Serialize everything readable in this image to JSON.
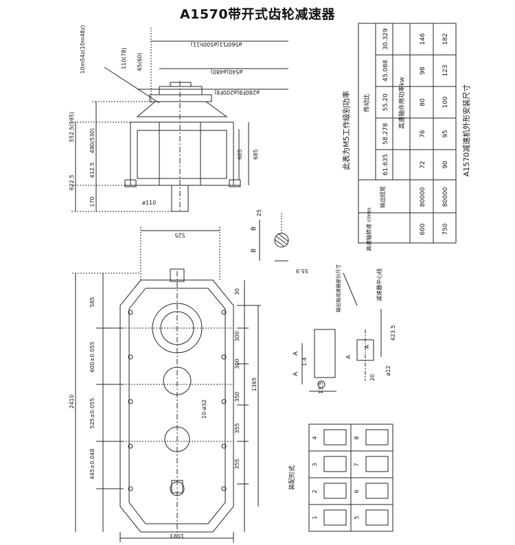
{
  "title": "A1570带开式齿轮减速器",
  "side_view": {
    "dims": {
      "top_a": "10m54z(10m48z)",
      "top_b": "110(78)",
      "top_c": "65(60)",
      "dia_560": "ø560f11(ø500h11)",
      "dia_540": "ø540(ø480)",
      "dia_280": "ø280F8(ø200F8)",
      "h_552": "552.5(595)",
      "h_490": "490(530)",
      "h_622": "622.5",
      "h_412": "412.5",
      "h_170": "170",
      "h_605": "605",
      "h_685": "685",
      "dia_110": "ø110"
    }
  },
  "section_bb": {
    "label_top": "B",
    "label_bottom": "B",
    "dim_25": "25",
    "dim_55": "55.9"
  },
  "front_view": {
    "dims": {
      "total": "2410",
      "d585": "585",
      "d600": "600±0.055",
      "d525": "525±0.055",
      "d445": "445±0.048",
      "width": "1093",
      "top_width": "525",
      "r30": "30",
      "r300a": "300",
      "r300b": "300",
      "r350": "350",
      "r355a": "355",
      "r355b": "355",
      "r1365": "1365",
      "holes": "10-ø32"
    }
  },
  "section_aa": {
    "label_top": "A",
    "label_bottom": "A",
    "ratio": "1:4",
    "dim": "13.5"
  },
  "detail": {
    "dim_423": "423.5",
    "dim_20": "20",
    "dim_12": "ø12",
    "label_a": "A",
    "label_a2": "A",
    "note1": "减速器中心线",
    "note2": "输出轴减速器部分尺寸"
  },
  "table": {
    "header_note": "此表为M5工作级别功率",
    "col_speed": "高速轴转速 r/min",
    "col_torque": "输出扭矩",
    "col_ratio": "传动比",
    "col_power": "高速轴许用功率kw",
    "ratios": [
      "61.635",
      "58.278",
      "55.20",
      "45.088",
      "30.329"
    ],
    "rows": [
      {
        "speed": "600",
        "torque": "80000",
        "values": [
          "72",
          "76",
          "80",
          "98",
          "146"
        ]
      },
      {
        "speed": "750",
        "torque": "80000",
        "values": [
          "90",
          "95",
          "100",
          "123",
          "182"
        ]
      }
    ],
    "caption": "A1570减速机外形安装尺寸"
  },
  "assembly": {
    "label": "装配形式",
    "numbers": [
      "1",
      "2",
      "3",
      "4",
      "5",
      "6",
      "7",
      "8"
    ]
  }
}
